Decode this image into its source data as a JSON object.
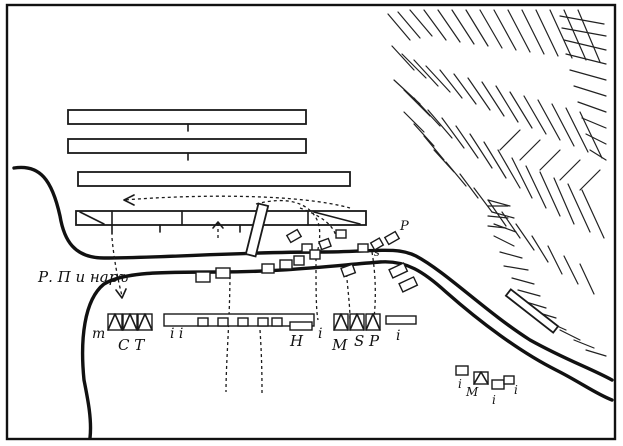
{
  "map": {
    "river_label": "Р. П и наръ",
    "marks": {
      "t_left": "т",
      "S_T": "С Т",
      "i_i": "і і",
      "H": "Н",
      "i_mid": "і",
      "M": "М",
      "S_P": "S P",
      "i_right": "і",
      "s_small": "s",
      "P_top": "P",
      "group_i_left": "і",
      "group_M": "М",
      "group_i_bottom": "і",
      "group_i_right": "і"
    }
  }
}
